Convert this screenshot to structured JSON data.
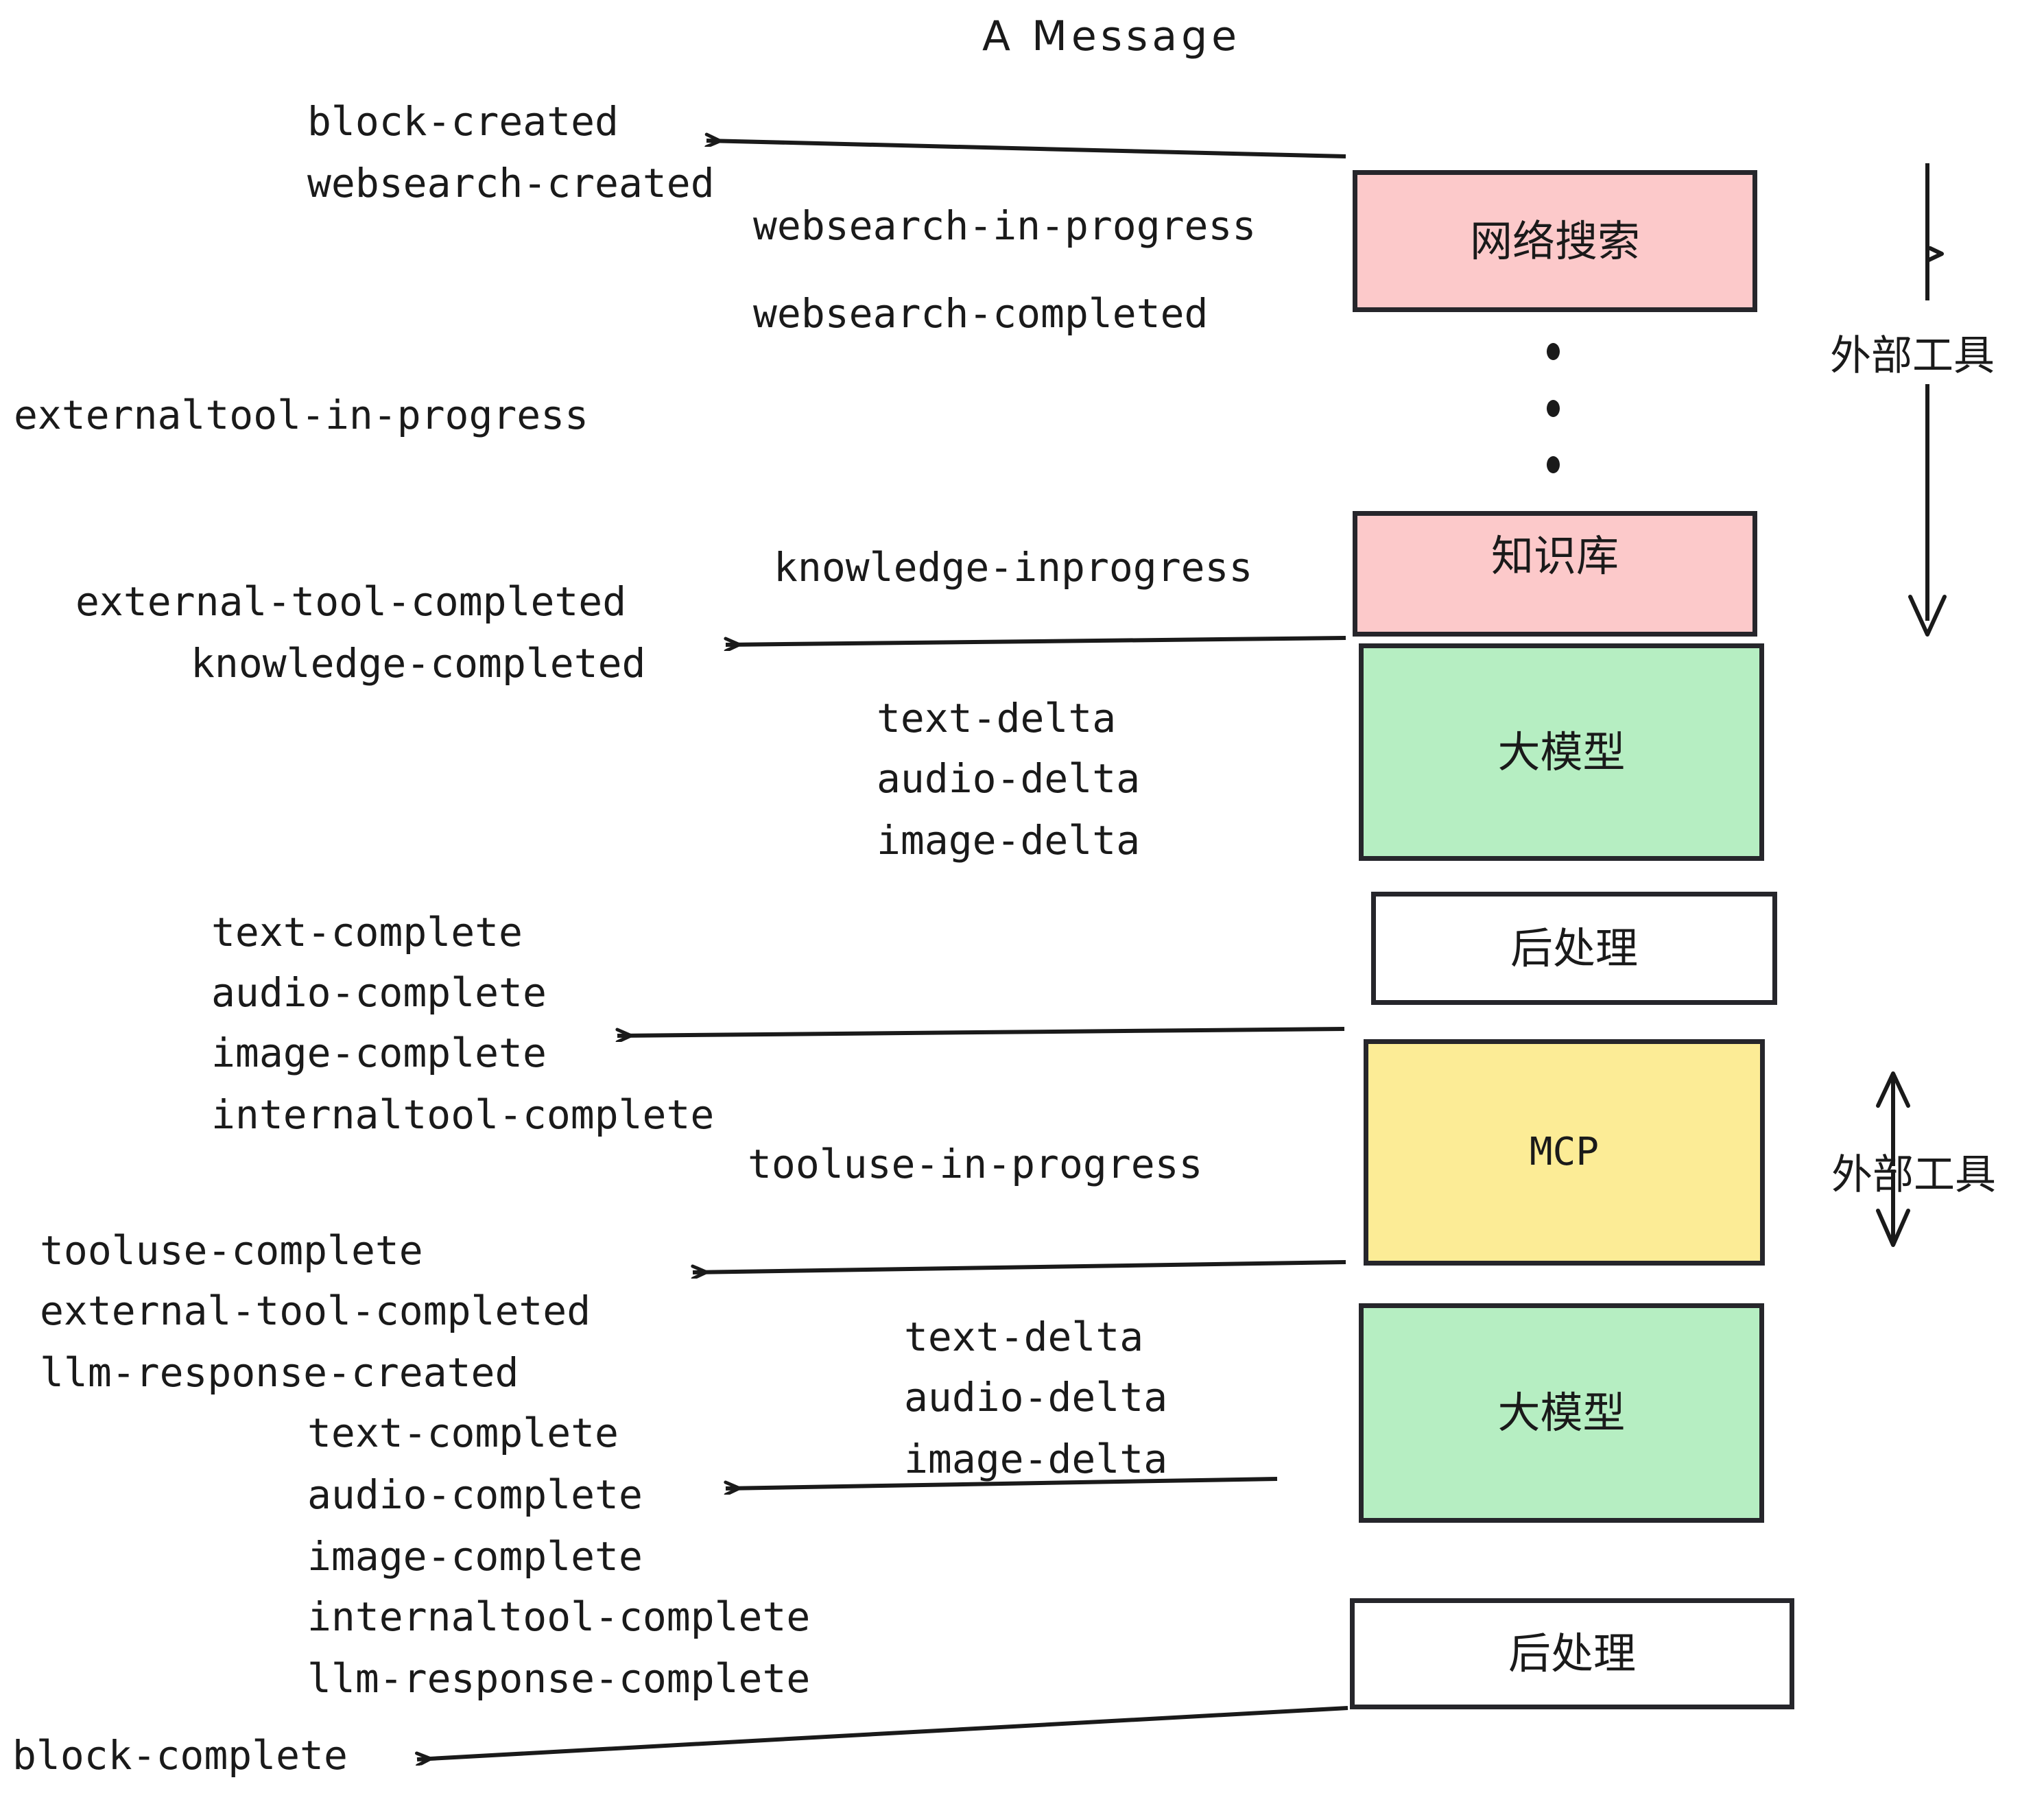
{
  "title": "A Message",
  "colors": {
    "pink": "#fcc9ca",
    "green": "#b6eec2",
    "yellow": "#fcec96",
    "white": "#ffffff",
    "stroke": "#26262b",
    "text": "#1a1a1a"
  },
  "boxes": [
    {
      "id": "websearch",
      "label": "网络搜索",
      "fill": "#fcc9ca",
      "align": "center"
    },
    {
      "id": "knowledge",
      "label": "知识库",
      "fill": "#fcc9ca",
      "align": "top"
    },
    {
      "id": "llm-upper",
      "label": "大模型",
      "fill": "#b6eec2",
      "align": "center"
    },
    {
      "id": "post-upper",
      "label": "后处理",
      "fill": "#ffffff",
      "align": "center"
    },
    {
      "id": "mcp",
      "label": "MCP",
      "fill": "#fcec96",
      "align": "center"
    },
    {
      "id": "llm-lower",
      "label": "大模型",
      "fill": "#b6eec2",
      "align": "center"
    },
    {
      "id": "post-lower",
      "label": "后处理",
      "fill": "#ffffff",
      "align": "center"
    }
  ],
  "side_labels": [
    {
      "id": "external-tools-upper",
      "text": "外部工具"
    },
    {
      "id": "external-tools-lower",
      "text": "外部工具"
    }
  ],
  "events": [
    {
      "id": "e01",
      "text": "block-created"
    },
    {
      "id": "e02",
      "text": "websearch-created"
    },
    {
      "id": "e03",
      "text": "websearch-in-progress"
    },
    {
      "id": "e04",
      "text": "websearch-completed"
    },
    {
      "id": "e05",
      "text": "externaltool-in-progress"
    },
    {
      "id": "e06",
      "text": "knowledge-inprogress"
    },
    {
      "id": "e07",
      "text": "external-tool-completed"
    },
    {
      "id": "e08",
      "text": "knowledge-completed"
    },
    {
      "id": "e09",
      "text": "text-delta"
    },
    {
      "id": "e10",
      "text": "audio-delta"
    },
    {
      "id": "e11",
      "text": "image-delta"
    },
    {
      "id": "e12",
      "text": "text-complete"
    },
    {
      "id": "e13",
      "text": "audio-complete"
    },
    {
      "id": "e14",
      "text": "image-complete"
    },
    {
      "id": "e15",
      "text": "internaltool-complete"
    },
    {
      "id": "e16",
      "text": "tooluse-in-progress"
    },
    {
      "id": "e17",
      "text": "tooluse-complete"
    },
    {
      "id": "e18",
      "text": "external-tool-completed"
    },
    {
      "id": "e19",
      "text": "llm-response-created"
    },
    {
      "id": "e20",
      "text": "text-complete"
    },
    {
      "id": "e21",
      "text": "audio-delta"
    },
    {
      "id": "e22",
      "text": "text-delta"
    },
    {
      "id": "e23",
      "text": "image-delta"
    },
    {
      "id": "e24",
      "text": "audio-complete"
    },
    {
      "id": "e25",
      "text": "image-complete"
    },
    {
      "id": "e26",
      "text": "internaltool-complete"
    },
    {
      "id": "e27",
      "text": "llm-response-complete"
    },
    {
      "id": "e28",
      "text": "block-complete"
    }
  ]
}
